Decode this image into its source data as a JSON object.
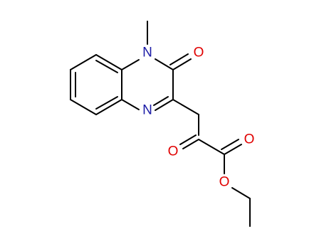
{
  "molecule": {
    "atoms": {
      "n1": {
        "label": "N",
        "color": "#1a1aa6"
      },
      "n4": {
        "label": "N",
        "color": "#1a1aa6"
      },
      "o_lactam": {
        "label": "O",
        "color": "#e00000"
      },
      "o_ketone": {
        "label": "O",
        "color": "#e00000"
      },
      "o_carbonyl": {
        "label": "O",
        "color": "#e00000"
      },
      "o_ester": {
        "label": "O",
        "color": "#e00000"
      }
    },
    "bond_color": "#000000"
  }
}
